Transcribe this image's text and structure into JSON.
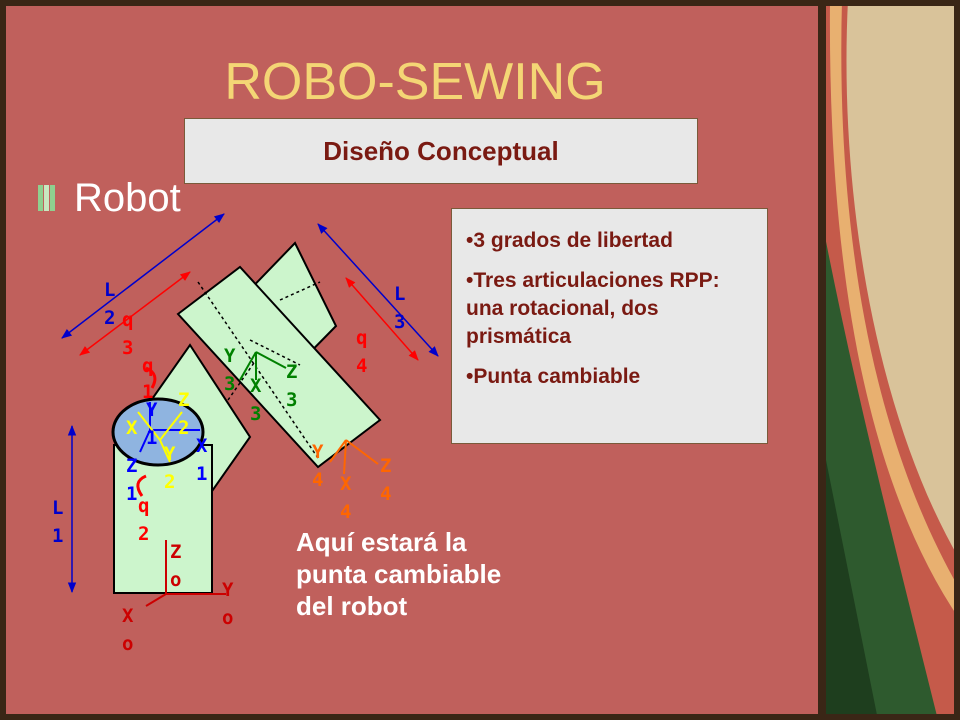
{
  "title": "ROBO-SEWING",
  "subtitle": "Diseño Conceptual",
  "section_heading": "Robot",
  "info_box": {
    "items": [
      "•3 grados de libertad",
      "•Tres articulaciones RPP: una rotacional, dos prismática",
      "•Punta cambiable"
    ]
  },
  "note": "Aquí estará la punta cambiable del robot",
  "diagram_labels": {
    "L1": [
      "L",
      "1"
    ],
    "L2": [
      "L",
      "2"
    ],
    "L3": [
      "L",
      "3"
    ],
    "q1": [
      "q",
      "1"
    ],
    "q2": [
      "q",
      "2"
    ],
    "q3": [
      "q",
      "3"
    ],
    "q4": [
      "q",
      "4"
    ],
    "Xo": [
      "X",
      "o"
    ],
    "Yo": [
      "Y",
      "o"
    ],
    "Zo": [
      "Z",
      "o"
    ],
    "X1": [
      "X",
      "1"
    ],
    "Y1": [
      "Y",
      "1"
    ],
    "Z1": [
      "Z",
      "1"
    ],
    "X2": [
      "X",
      "2"
    ],
    "Y2": [
      "Y",
      "2"
    ],
    "Z2": [
      "Z",
      "2"
    ],
    "X3": [
      "X",
      "3"
    ],
    "Y3": [
      "Y",
      "3"
    ],
    "Z3": [
      "Z",
      "3"
    ],
    "X4": [
      "X",
      "4"
    ],
    "Y4": [
      "Y",
      "4"
    ],
    "Z4": [
      "Z",
      "4"
    ]
  },
  "colors": {
    "background": "#c0605c",
    "title": "#f4d675",
    "box_text": "#7a1a12",
    "link_fill": "#ccf5cc",
    "joint_fill": "#8fb4e0",
    "frame_blue": "#0000ff",
    "frame_green": "#008000",
    "frame_yellow": "#ffff00",
    "frame_orange": "#ff6600",
    "frame_red": "#ff0000",
    "dimension_blue": "#0000cc"
  }
}
